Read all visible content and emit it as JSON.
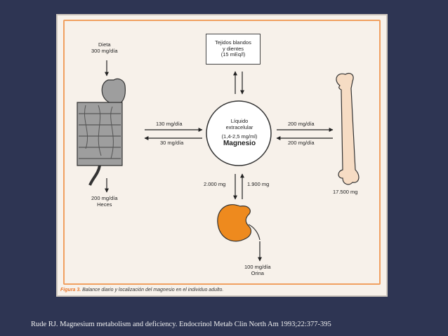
{
  "diagram": {
    "dieta": {
      "title": "Dieta",
      "value": "300 mg/día"
    },
    "tejidos": {
      "line1": "Tejidos blandos",
      "line2": "y dientes",
      "line3": "(15 mEq/l)"
    },
    "liquido": {
      "line1": "Líquido",
      "line2": "extracelular",
      "line3": "(1,4-2,5 mg/ml)",
      "line4": "Magnesio"
    },
    "gut_to_ecf": "130 mg/día",
    "ecf_to_gut": "30 mg/día",
    "heces": {
      "value": "200 mg/día",
      "title": "Heces"
    },
    "ecf_to_bone": "200 mg/día",
    "bone_to_ecf": "200 mg/día",
    "bone_store": "17.500 mg",
    "to_kidney": "2.000 mg",
    "from_kidney": "1.900 mg",
    "orina": {
      "value": "100 mg/día",
      "title": "Orina"
    },
    "caption_label": "Figura 3.",
    "caption_text": "Balance diario y localización del magnesio en el individuo adulto."
  },
  "citation": "Rude RJ. Magnesium metabolism and deficiency. Endocrinol Metab Clin North Am 1993;22:377-395",
  "colors": {
    "background": "#2e3553",
    "kidney": "#ee8a1e",
    "bone": "#f6dcc4",
    "intestine": "#9e9e9e",
    "border": "#f0a060"
  }
}
